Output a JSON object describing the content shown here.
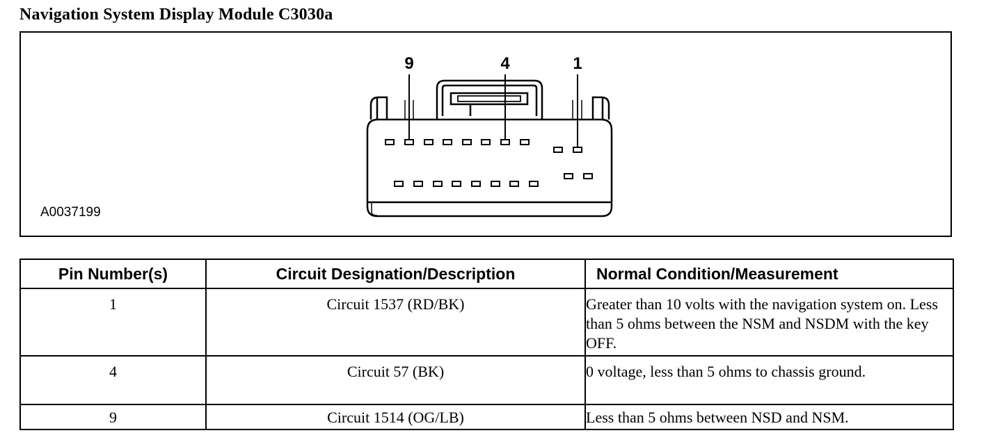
{
  "title": "Navigation System Display Module C3030a",
  "figure": {
    "id": "A0037199",
    "pin_labels": [
      "9",
      "4",
      "1"
    ]
  },
  "table": {
    "headers": [
      "Pin Number(s)",
      "Circuit Designation/Description",
      "Normal Condition/Measurement"
    ],
    "rows": [
      [
        "1",
        "Circuit 1537 (RD/BK)",
        "Greater than 10 volts with the navigation system on. Less than 5 ohms between the NSM and NSDM with the key OFF."
      ],
      [
        "4",
        "Circuit 57 (BK)",
        "0 voltage, less than 5 ohms to chassis ground."
      ],
      [
        "9",
        "Circuit 1514 (OG/LB)",
        "Less than 5 ohms between NSD and NSM."
      ]
    ]
  }
}
